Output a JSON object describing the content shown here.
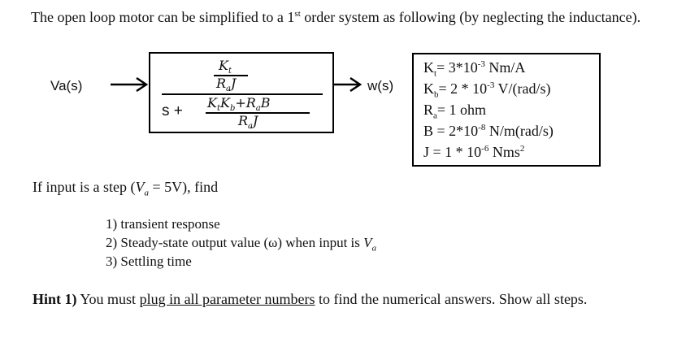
{
  "intro": {
    "pre": "The open loop motor can be simplified to a 1",
    "sup": "st",
    "post": " order system as following (by neglecting the inductance)."
  },
  "diagram": {
    "input_label": "Va(s)",
    "output_label": "w(s)",
    "tf": {
      "num_top": "K",
      "num_top_sub": "t",
      "num_bot_main": "R",
      "num_bot_sub": "a",
      "num_bot_tail": "J",
      "den_prefix": "s +",
      "den_top_k1": "K",
      "den_top_k1_sub": "t",
      "den_top_k2": "K",
      "den_top_k2_sub": "b",
      "den_top_plus": "+R",
      "den_top_r_sub": "a",
      "den_top_b": "B",
      "den_bot_main": "R",
      "den_bot_sub": "a",
      "den_bot_tail": "J"
    }
  },
  "parameters": [
    {
      "main": "K",
      "sub": "t",
      "value": "= 3*10",
      "sup": "-3",
      "unit": " Nm/A"
    },
    {
      "main": "K",
      "sub": "b",
      "value": "= 2 * 10",
      "sup": "-3",
      "unit": " V/(rad/s)"
    },
    {
      "main": "R",
      "sub": "a",
      "value": "= 1 ohm",
      "sup": "",
      "unit": ""
    },
    {
      "main": "B",
      "sub": "",
      "value": " = 2*10",
      "sup": "-8",
      "unit": " N/m(rad/s)"
    },
    {
      "main": "J",
      "sub": "",
      "value": " = 1 * 10",
      "sup": "-6",
      "unit": " Nms",
      "unit_sup": "2"
    }
  ],
  "question": {
    "pre": "If input is a step (",
    "var": "V",
    "var_sub": "a",
    "post": " = 5V), find"
  },
  "steps": [
    {
      "num": "1)",
      "text": "transient response"
    },
    {
      "num": "2)",
      "text": "Steady-state output value (ω) when input is ",
      "var": "V",
      "var_sub": "a"
    },
    {
      "num": "3)",
      "text": "Settling time"
    }
  ],
  "hint": {
    "label": "Hint 1)",
    "pre": " You must ",
    "underlined": "plug in all parameter numbers",
    "post": " to find the numerical answers. Show all steps."
  }
}
